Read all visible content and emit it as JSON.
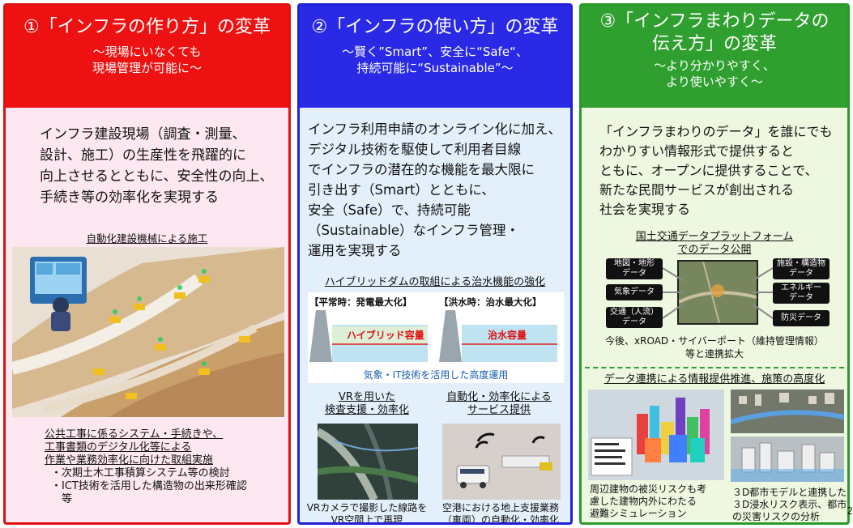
{
  "panel1": {
    "title": "①「インフラの作り方」の変革",
    "subtitle1": "～現場にいなくても",
    "subtitle2": "現場管理が可能に～",
    "body": [
      "インフラ建設現場（調査・測量、",
      "設計、施工）の生産性を飛躍的に",
      "向上させるとともに、安全性の向上、",
      "手続き等の効率化を実現する"
    ],
    "image_caption": "自動化建設機械による施工",
    "footer_title": [
      "公共工事に係るシステム・手続きや、",
      "工事書類のデジタル化等による",
      "作業や業務効率化に向けた取組実施"
    ],
    "bullets": [
      "・次期土木工事積算システム等の検討",
      "・ICT技術を活用した構造物の出来形確認",
      "　等"
    ]
  },
  "panel2": {
    "title": "②「インフラの使い方」の変革",
    "subtitle1": "～賢く”Smart”、安全に“Safe“、",
    "subtitle2": "持続可能に“Sustainable”～",
    "body": [
      "インフラ利用申請のオンライン化に加え、",
      "デジタル技術を駆使して利用者目線",
      "でインフラの潜在的な機能を最大限に",
      "引き出す（Smart）とともに、",
      "安全（Safe）で、持続可能",
      "（Sustainable）なインフラ管理・",
      "運用を実現する"
    ],
    "dam_title": "ハイブリッドダムの取組による治水機能の強化",
    "dam_left_label": "【平常時：発電最大化】",
    "dam_right_label": "【洪水時：治水最大化】",
    "dam_left_capacity": "ハイブリッド容量",
    "dam_right_capacity": "治水容量",
    "dam_bottom": "気象・IT技術を活用した高度運用",
    "vr_title": [
      "VRを用いた",
      "検査支援・効率化"
    ],
    "auto_title": [
      "自動化・効率化による",
      "サービス提供"
    ],
    "vr_caption": [
      "VRカメラで撮影した線路を",
      "VR空間上で再現"
    ],
    "auto_caption": [
      "空港における地上支援業務",
      "（車両）の自動化・効率化"
    ]
  },
  "panel3": {
    "title1": "③「インフラまわりデータの",
    "title2": "伝え方」の変革",
    "subtitle1": "～より分かりやすく、",
    "subtitle2": "より使いやすく～",
    "body": [
      "「インフラまわりのデータ」を誰にでも",
      "わかりすい情報形式で提供すると",
      "ともに、オープンに提供することで、",
      "新たな民間サービスが創出される",
      "社会を実現する"
    ],
    "platform_title": [
      "国土交通データプラットフォーム",
      "でのデータ公開"
    ],
    "boxes_left": [
      "地図・地形\nデータ",
      "気象データ",
      "交通（人流）\nデータ"
    ],
    "boxes_right": [
      "施設・構造物\nデータ",
      "エネルギー\nデータ",
      "防災データ"
    ],
    "platform_caption": [
      "今後、xROAD・サイバーポート（維持管理情報）",
      "等と連携拡大"
    ],
    "link_title": "データ連携による情報提供推進、施策の高度化",
    "left_caption": [
      "周辺建物の被災リスクも考",
      "慮した建物内外にわたる",
      "避難シミュレーション"
    ],
    "right_caption": [
      "３D都市モデルと連携した",
      "３D浸水リスク表示、都市",
      "の災害リスクの分析"
    ],
    "page_number": "2"
  },
  "colors": {
    "red": "#ee1111",
    "blue": "#2a2ae6",
    "green": "#2f9f2f"
  }
}
